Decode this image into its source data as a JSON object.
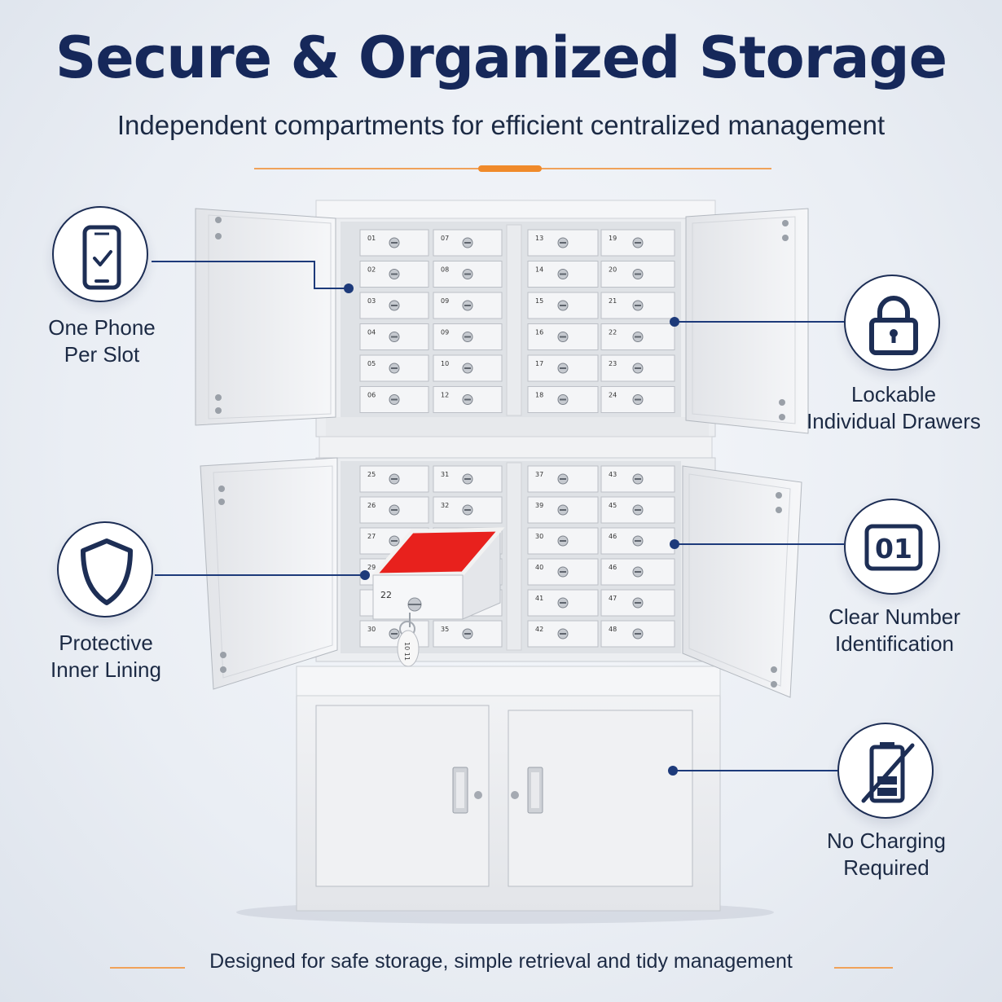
{
  "header": {
    "title": "Secure & Organized Storage",
    "subtitle": "Independent compartments for efficient centralized management"
  },
  "footer": {
    "text": "Designed for safe storage, simple retrieval and tidy management"
  },
  "features": [
    {
      "id": "phone",
      "icon": "phone-check-icon",
      "line1": "One Phone",
      "line2": "Per Slot"
    },
    {
      "id": "lock",
      "icon": "padlock-icon",
      "line1": "Lockable",
      "line2": "Individual Drawers"
    },
    {
      "id": "shield",
      "icon": "shield-icon",
      "line1": "Protective",
      "line2": "Inner Lining"
    },
    {
      "id": "number",
      "icon": "number-01-icon",
      "icon_text": "01",
      "line1": "Clear Number",
      "line2": "Identification"
    },
    {
      "id": "battery",
      "icon": "battery-crossed-icon",
      "line1": "No Charging",
      "line2": "Required"
    }
  ],
  "cabinet": {
    "upper_drawers": [
      [
        "01",
        "02",
        "03",
        "04",
        "05",
        "06"
      ],
      [
        "07",
        "08",
        "09",
        "09",
        "10",
        "12"
      ],
      [
        "13",
        "14",
        "15",
        "16",
        "17",
        "18"
      ],
      [
        "19",
        "20",
        "21",
        "22",
        "23",
        "24"
      ]
    ],
    "lower_drawers": [
      [
        "25",
        "26",
        "27",
        "29",
        "",
        "30"
      ],
      [
        "31",
        "32",
        "",
        "",
        "",
        "35"
      ],
      [
        "37",
        "39",
        "30",
        "40",
        "41",
        "42"
      ],
      [
        "43",
        "45",
        "46",
        "46",
        "47",
        "48"
      ]
    ],
    "open_drawer_number": "22",
    "key_tag_text": "10 11"
  },
  "colors": {
    "title": "#16285a",
    "accent": "#f08a2a",
    "line": "#1d3a7a",
    "drawer_lining": "#e8211d"
  }
}
